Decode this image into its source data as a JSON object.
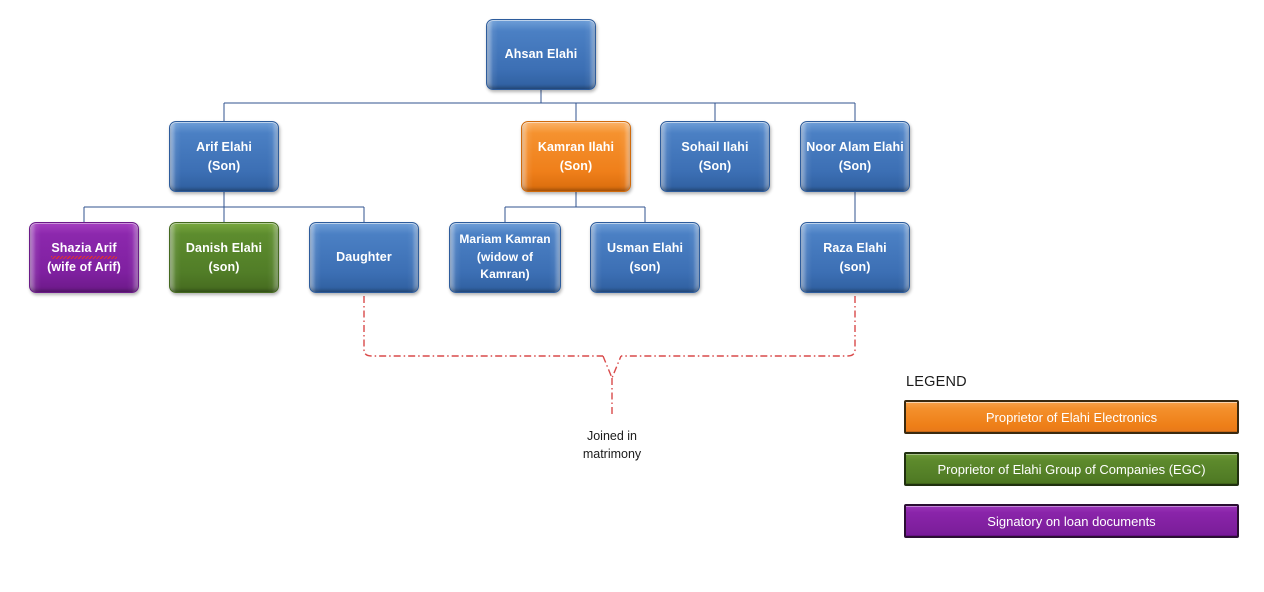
{
  "diagram": {
    "title_hidden": "",
    "colors": {
      "blue": "#4272c0",
      "orange": "#ee7f18",
      "green": "#527d26",
      "purple": "#7e1f9d",
      "connector": "#31538f",
      "matrimony_line": "#d94a4a",
      "text_light": "#ffffff",
      "text_dark": "#1b1b1b"
    },
    "nodes": [
      {
        "id": "ahsan",
        "line1": "Ahsan Elahi",
        "line2": "",
        "line3": "",
        "color": "blue"
      },
      {
        "id": "arif",
        "line1": "Arif Elahi",
        "line2": "(Son)",
        "line3": "",
        "color": "blue"
      },
      {
        "id": "kamran",
        "line1": "Kamran Ilahi",
        "line2": "(Son)",
        "line3": "",
        "color": "orange"
      },
      {
        "id": "sohail",
        "line1": "Sohail Ilahi",
        "line2": "(Son)",
        "line3": "",
        "color": "blue"
      },
      {
        "id": "noor",
        "line1": "Noor Alam Elahi",
        "line2": "(Son)",
        "line3": "",
        "color": "blue"
      },
      {
        "id": "shazia",
        "line1": "Shazia Arif",
        "line2": "(wife of Arif)",
        "line3": "",
        "color": "purple"
      },
      {
        "id": "danish",
        "line1": "Danish Elahi",
        "line2": "(son)",
        "line3": "",
        "color": "green"
      },
      {
        "id": "daughter",
        "line1": "Daughter",
        "line2": "",
        "line3": "",
        "color": "blue"
      },
      {
        "id": "mariam",
        "line1": "Mariam Kamran",
        "line2": "(widow of",
        "line3": "Kamran)",
        "color": "blue"
      },
      {
        "id": "usman",
        "line1": "Usman Elahi",
        "line2": "(son)",
        "line3": "",
        "color": "blue"
      },
      {
        "id": "raza",
        "line1": "Raza Elahi",
        "line2": "(son)",
        "line3": "",
        "color": "blue"
      }
    ],
    "annotation": {
      "line1": "Joined in",
      "line2": "matrimony"
    }
  },
  "legend": {
    "title": "LEGEND",
    "items": [
      {
        "label": "Proprietor of Elahi Electronics",
        "color": "orange"
      },
      {
        "label": "Proprietor of Elahi Group of Companies (EGC)",
        "color": "green"
      },
      {
        "label": "Signatory on loan documents",
        "color": "purple"
      }
    ]
  }
}
